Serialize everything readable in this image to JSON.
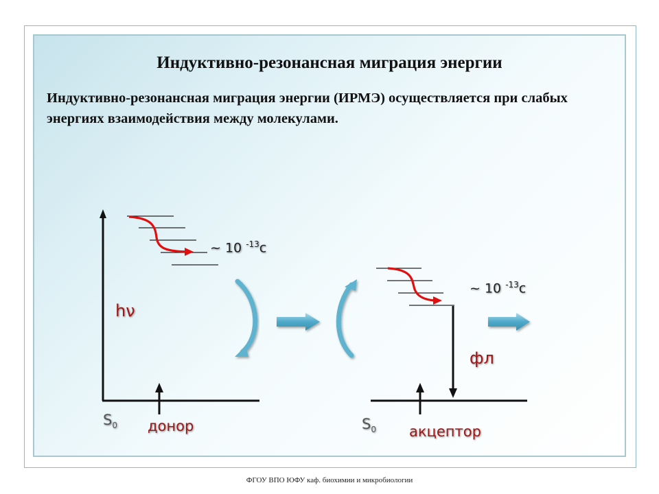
{
  "slide": {
    "title": "Индуктивно-резонансная миграция энергии",
    "body": "Индуктивно-резонансная  миграция энергии (ИРМЭ) осуществляется при слабых  энергиях взаимодействия между молекулами."
  },
  "donor": {
    "time_prefix": "~ 10 ",
    "time_exp": "-13",
    "time_unit": "с",
    "excitation_label": "hν",
    "ground_state": "S",
    "ground_state_sub": "0",
    "role_label": "донор"
  },
  "acceptor": {
    "time_prefix": "~ 10 ",
    "time_exp": "-13",
    "time_unit": "с",
    "emission_label": "фл",
    "ground_state": "S",
    "ground_state_sub": "0",
    "role_label": "акцептор"
  },
  "footer": "ФГОУ ВПО ЮФУ  каф. биохимии и микробиологии",
  "colors": {
    "relaxation_arrow": "#e01010",
    "transfer_arrow": "#5fb3cf",
    "label_red": "#a01818"
  }
}
